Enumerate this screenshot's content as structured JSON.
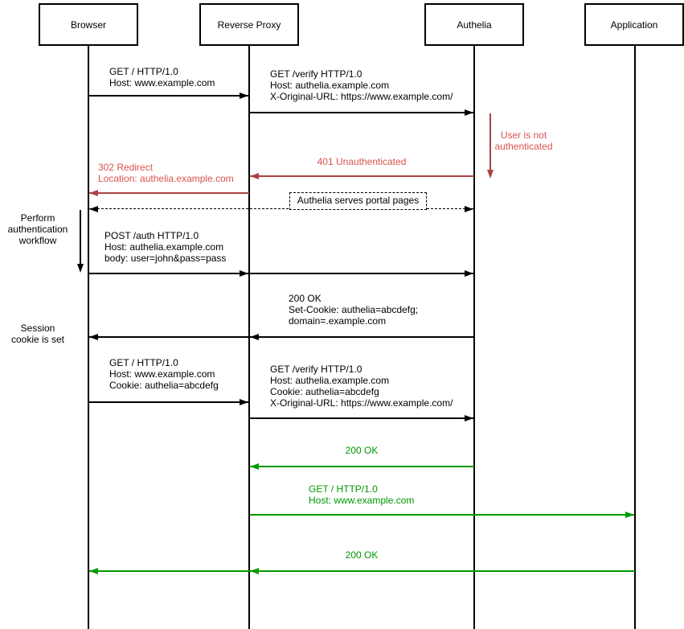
{
  "actors": [
    {
      "name": "Browser"
    },
    {
      "name": "Reverse Proxy"
    },
    {
      "name": "Authelia"
    },
    {
      "name": "Application"
    }
  ],
  "colors": {
    "background": "#ffffff",
    "black": "#000000",
    "red_text": "#d9534f",
    "red_line": "#a94442",
    "green": "#009900"
  },
  "messages": {
    "get_root_1": "GET / HTTP/1.0\nHost: www.example.com",
    "get_verify_1": "GET /verify HTTP/1.0\nHost: authelia.example.com\nX-Original-URL: https://www.example.com/",
    "unauthenticated_401": "401 Unauthenticated",
    "redirect_302": "302 Redirect\nLocation: authelia.example.com",
    "portal_pages_note": "Authelia serves portal pages",
    "post_auth": "POST /auth HTTP/1.0\nHost: authelia.example.com\nbody: user=john&pass=pass",
    "ok_200_setcookie": "200 OK\nSet-Cookie: authelia=abcdefg;\ndomain=.example.com",
    "get_root_2": "GET / HTTP/1.0\nHost: www.example.com\nCookie: authelia=abcdefg",
    "get_verify_2": "GET /verify HTTP/1.0\nHost: authelia.example.com\nCookie: authelia=abcdefg\nX-Original-URL: https://www.example.com/",
    "ok_200_verify": "200 OK",
    "get_root_3": "GET / HTTP/1.0\nHost: www.example.com",
    "ok_200_final": "200 OK"
  },
  "annotations": {
    "user_not_authenticated": "User is not\nauthenticated",
    "perform_auth_workflow": "Perform\nauthentication\nworkflow",
    "session_cookie_set": "Session\ncookie is set"
  }
}
